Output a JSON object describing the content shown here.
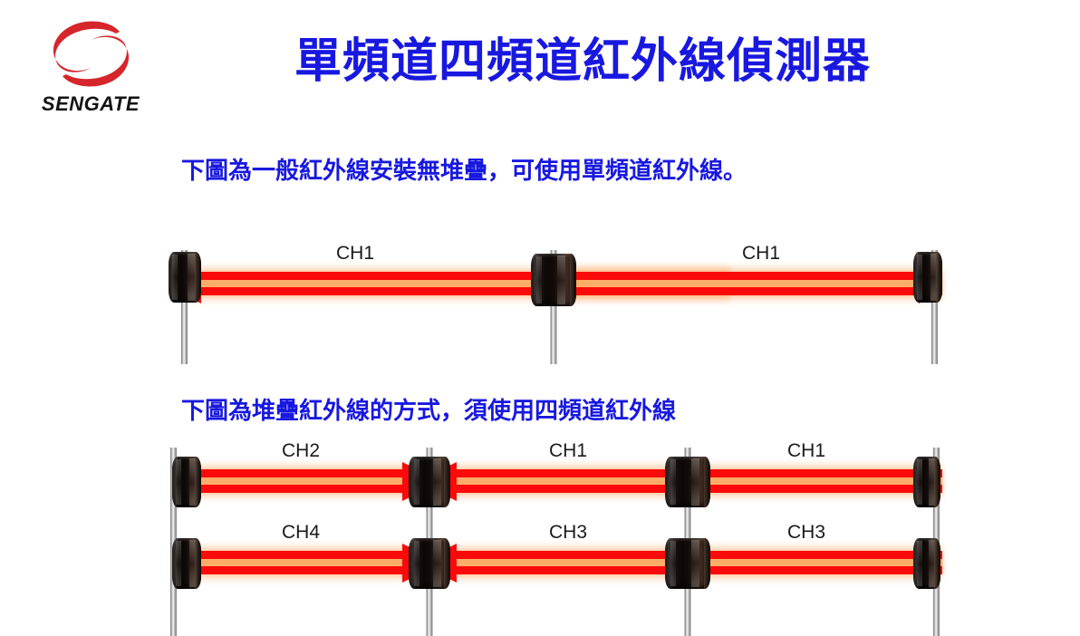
{
  "brand": {
    "logo_icon": "sengate-swoosh-logo",
    "name": "SENGATE",
    "logo_color": "#d6252b"
  },
  "page": {
    "title": "單頻道四頻道紅外線偵測器",
    "title_color": "#1818e0",
    "background": "#ffffff"
  },
  "sections": [
    {
      "caption": "下圖為一般紅外線安裝無堆疊，可使用單頻道紅外線。",
      "caption_color": "#1818e0"
    },
    {
      "caption": "下圖為堆疊紅外線的方式，須使用四頻道紅外線",
      "caption_color": "#1818e0"
    }
  ],
  "diagram_single": {
    "name": "single-channel-layout",
    "beam_color": "#fa0a0a",
    "beam_glow_color": "#ffac68",
    "post_color": "#120c0a",
    "posts": [
      "left-receiver-post",
      "center-transmitter-post",
      "right-receiver-post"
    ],
    "segments": [
      {
        "label": "CH1",
        "direction": "left"
      },
      {
        "label": "CH1",
        "direction": "right"
      }
    ]
  },
  "diagram_quad": {
    "name": "four-channel-stacked-layout",
    "beam_color": "#fa0a0a",
    "beam_glow_color": "#ffac68",
    "post_color": "#120c0a",
    "posts": [
      "left-post",
      "center-left-post",
      "center-right-post",
      "right-post"
    ],
    "rows": [
      {
        "name": "upper-row",
        "segments": [
          {
            "label": "CH2",
            "direction": "right"
          },
          {
            "label": "CH1",
            "direction": "left"
          },
          {
            "label": "CH1",
            "direction": "right"
          }
        ]
      },
      {
        "name": "lower-row",
        "segments": [
          {
            "label": "CH4",
            "direction": "right"
          },
          {
            "label": "CH3",
            "direction": "left"
          },
          {
            "label": "CH3",
            "direction": "right"
          }
        ]
      }
    ]
  }
}
